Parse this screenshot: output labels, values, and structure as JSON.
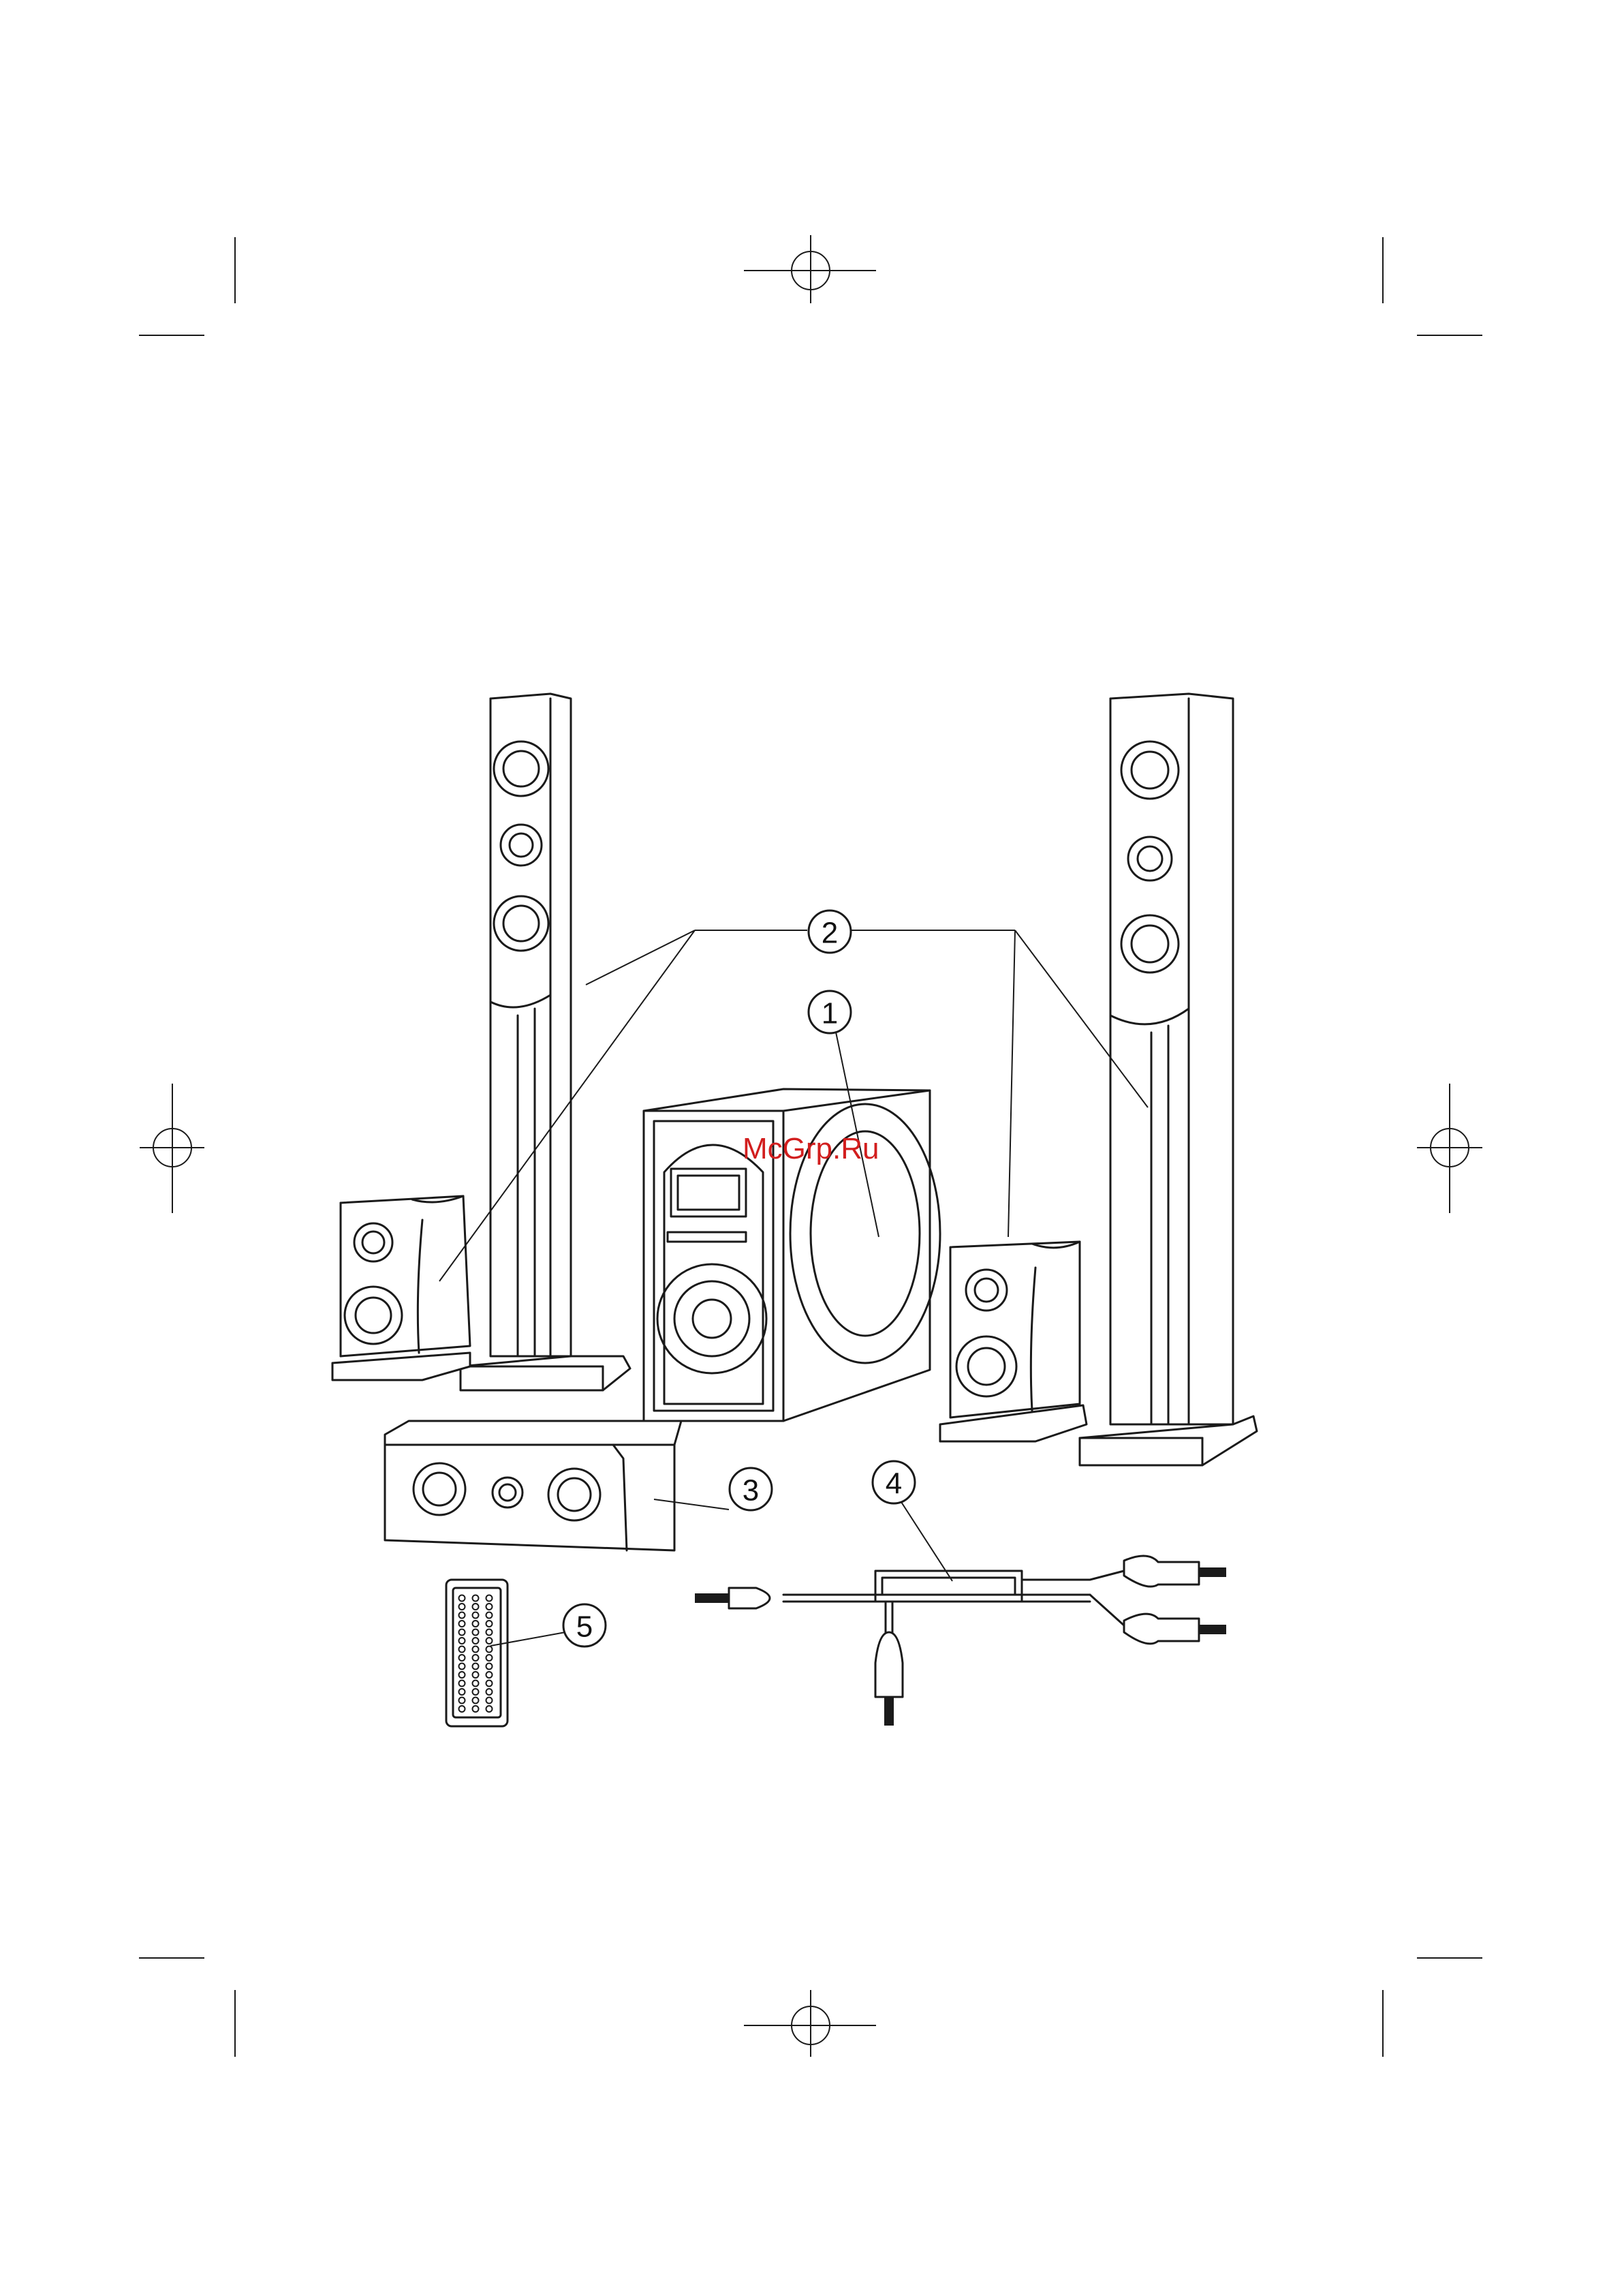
{
  "watermark": "McGrp.Ru",
  "callouts": [
    {
      "id": "subwoofer",
      "number": "1"
    },
    {
      "id": "satellites",
      "number": "2"
    },
    {
      "id": "center",
      "number": "3"
    },
    {
      "id": "cable",
      "number": "4"
    },
    {
      "id": "remote",
      "number": "5"
    }
  ]
}
